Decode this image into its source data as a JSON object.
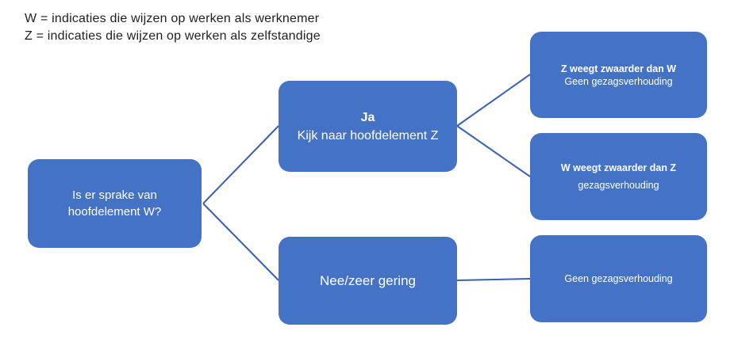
{
  "legend": {
    "line1": "W = indicaties die wijzen op werken als werknemer",
    "line2": "Z = indicaties die wijzen op werken als zelfstandige"
  },
  "boxes": {
    "root": {
      "line1": "Is er sprake van",
      "line2": "hoofdelement W?"
    },
    "yes": {
      "line1": "Ja",
      "line2": "Kijk naar hoofdelement Z"
    },
    "no": {
      "line1": "Nee/zeer gering"
    },
    "z_heavier": {
      "line1": "Z weegt zwaarder dan W",
      "line2": "Geen gezagsverhouding"
    },
    "w_heavier": {
      "line1": "W weegt zwaarder dan Z",
      "line2": "gezagsverhouding"
    },
    "no_authority": {
      "line1": "Geen gezagsverhouding"
    }
  },
  "colors": {
    "box_fill": "#4472C4",
    "box_text": "#FFFFFF",
    "connector": "#3C61AC",
    "legend_text": "#1F1F1F",
    "background": "#FFFFFF"
  }
}
